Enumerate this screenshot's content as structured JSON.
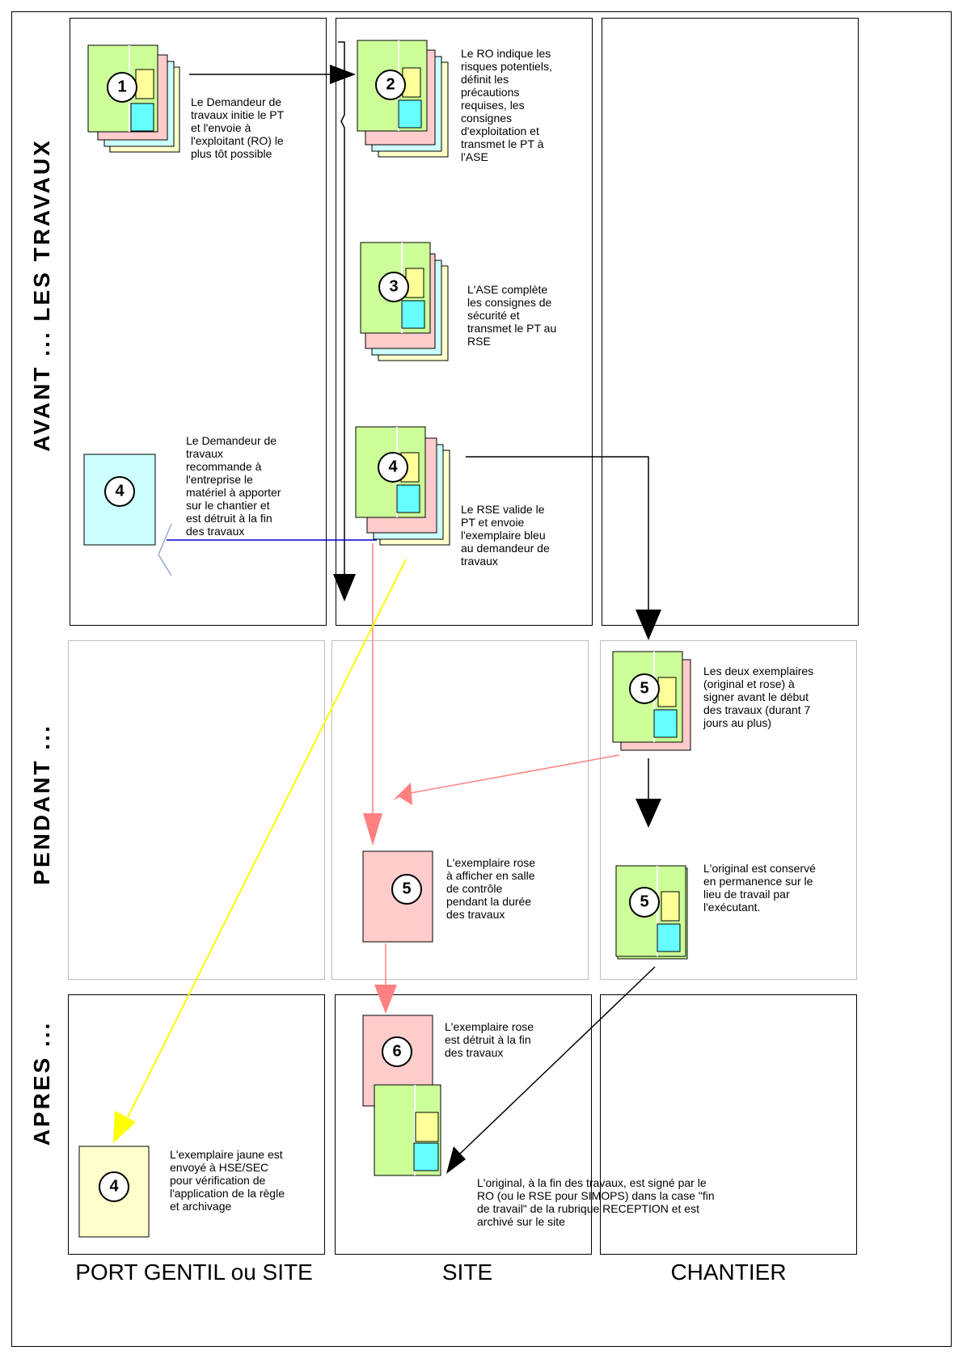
{
  "phases": {
    "before": "AVANT ... LES TRAVAUX",
    "during": "PENDANT ...",
    "after": "APRES ..."
  },
  "columns": {
    "col1": "PORT GENTIL ou SITE",
    "col2": "SITE",
    "col3": "CHANTIER"
  },
  "steps": {
    "s1_num": "1",
    "s1_text": "Le Demandeur de\ntravaux initie le PT\net l'envoie à\nl'exploitant (RO) le\nplus tôt possible",
    "s2_num": "2",
    "s2_text": "Le RO indique les\nrisques potentiels,\ndéfinit les\nprécautions\nrequises, les\nconsignes\nd'exploitation et\ntransmet le PT à\nl'ASE",
    "s3_num": "3",
    "s3_text": "L'ASE complète\nles consignes de\nsécurité et\ntransmet le PT au\nRSE",
    "s4_num": "4",
    "s4_text": "Le RSE valide le\nPT et envoie\nl'exemplaire bleu\nau demandeur de\ntravaux",
    "s4b_num": "4",
    "s4b_text": "Le Demandeur de\ntravaux\nrecommande à\nl'entreprise le\nmatériel à apporter\nsur le chantier et\nest détruit à la fin\ndes travaux",
    "s5a_num": "5",
    "s5a_text": "Les deux exemplaires\n(original et rose) à\nsigner avant le début\ndes travaux (durant 7\njours au plus)",
    "s5b_num": "5",
    "s5b_text": "L'exemplaire rose\nà afficher en salle\nde contrôle\npendant la durée\ndes travaux",
    "s5c_num": "5",
    "s5c_text": "L'original est conservé\nen permanence sur le\nlieu de travail par\nl'exécutant.",
    "s6_num": "6",
    "s6_text": "L'exemplaire rose\nest détruit à la fin\ndes travaux",
    "s4y_num": "4",
    "s4y_text": "L'exemplaire jaune est\nenvoyé à HSE/SEC\npour vérification de\nl'application de la règle\net archivage",
    "final_text": "L'original, à la fin des travaux, est signé par le\nRO (ou le RSE pour SIMOPS) dans la case \"fin\nde travail\" de la rubrique RECEPTION et est\narchivé sur le site"
  },
  "colors": {
    "green": "#ccff99",
    "pink": "#ffcccc",
    "cyan": "#ccffff",
    "yellow": "#ffffcc",
    "small_yellow": "#ffff99",
    "small_cyan": "#66ffff",
    "blue_arrow": "#0000cc",
    "pink_arrow": "#ff8080",
    "yellow_arrow": "#ffff00"
  }
}
